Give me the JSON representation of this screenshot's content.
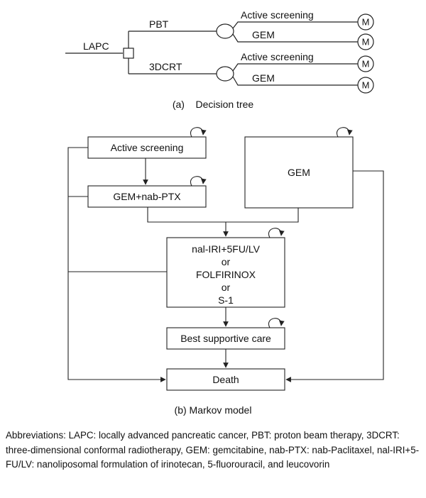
{
  "decision_tree": {
    "root_label": "LAPC",
    "branch_pbt": "PBT",
    "branch_3dcrt": "3DCRT",
    "pbt_options": [
      "Active screening",
      "GEM"
    ],
    "crt_options": [
      "Active screening",
      "GEM"
    ],
    "markov_node": "M",
    "caption": "(a)    Decision tree"
  },
  "markov_model": {
    "states": {
      "active_screening": "Active screening",
      "gem_nab_ptx": "GEM+nab-PTX",
      "gem": "GEM",
      "second_line": [
        "nal-IRI+5FU/LV",
        "or",
        "FOLFIRINOX",
        "or",
        "S-1"
      ],
      "best_supportive_care": "Best supportive care",
      "death": "Death"
    },
    "caption": "(b) Markov model"
  },
  "abbreviations": "Abbreviations: LAPC: locally advanced pancreatic cancer, PBT: proton beam therapy, 3DCRT: three-dimensional conformal radiotherapy, GEM: gemcitabine, nab-PTX: nab-Paclitaxel, nal-IRI+5-FU/LV: nanoliposomal formulation of irinotecan, 5-fluorouracil, and leucovorin"
}
